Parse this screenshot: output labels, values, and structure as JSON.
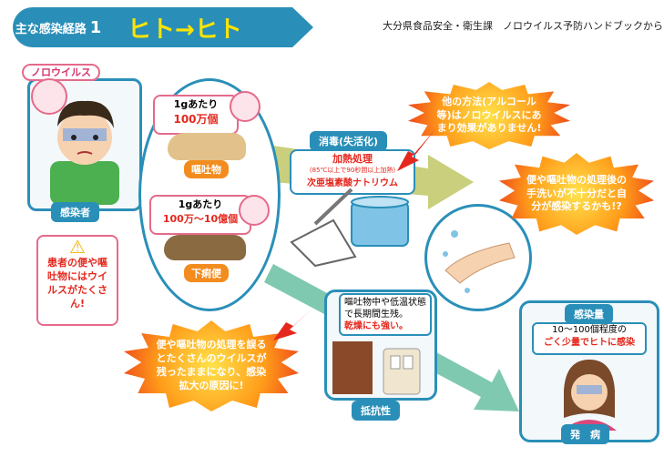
{
  "header": {
    "route_label": "主な感染経路",
    "route_number": "1",
    "title": "ヒト→ヒト",
    "source": "大分県食品安全・衛生課　ノロウイルス予防ハンドブックから"
  },
  "patient": {
    "virus_label": "ノロウイルス",
    "caption": "感染者",
    "warning_text": "患者の便や嘔吐物にはウイルスがたくさん!"
  },
  "vomit": {
    "per_gram": "1gあたり",
    "amount": "100万個",
    "label": "嘔吐物"
  },
  "stool": {
    "per_gram": "1gあたり",
    "amount": "100万～10億個",
    "label": "下痢便"
  },
  "disinfection": {
    "heading": "消毒(失活化)",
    "method_1": "加熱処理",
    "method_1_note": "(85℃以上で90秒間以上加熱)",
    "method_2": "次亜塩素酸ナトリウム"
  },
  "warnings": {
    "alcohol": "他の方法(アルコール等)はノロウイルスにあまり効果がありません!",
    "handwash": "便や嘔吐物の処理後の手洗いが不十分だと自分が感染するかも!?",
    "mishandling": "便や嘔吐物の処理を誤るとたくさんのウイルスが残ったままになり、感染拡大の原因に!"
  },
  "resistance": {
    "text": "嘔吐物中や低温状態で長期間生残。",
    "emphasis": "乾燥にも強い。",
    "label": "抵抗性"
  },
  "infection_amount": {
    "heading": "感染量",
    "line_1": "10～100個程度の",
    "line_2": "ごく少量でヒトに感染",
    "caption": "発　病"
  },
  "colors": {
    "primary_blue": "#2a8fb8",
    "title_yellow": "#ffe400",
    "arrow_olive": "#a8b04a",
    "arrow_teal": "#5bb49a",
    "alert_red": "#e5281e"
  }
}
